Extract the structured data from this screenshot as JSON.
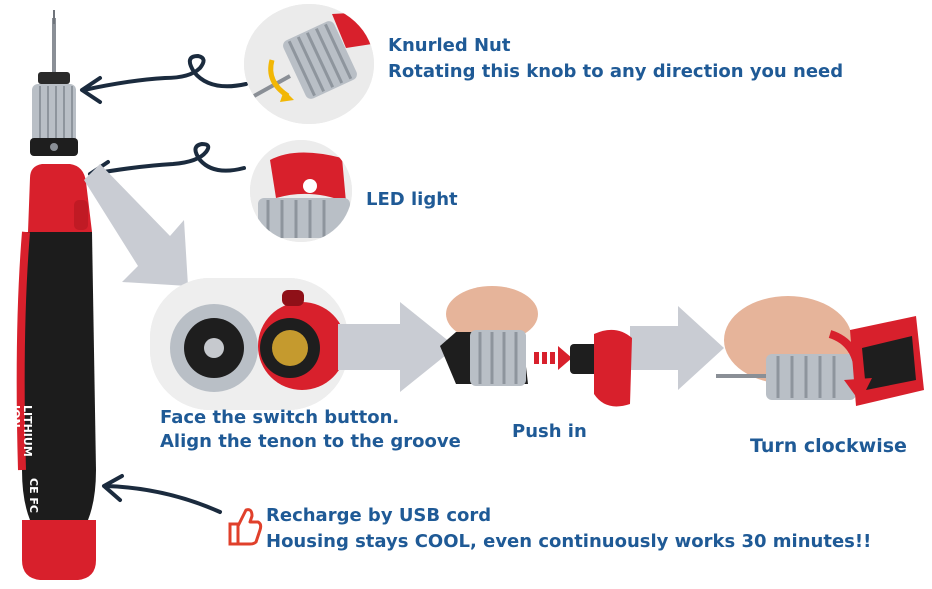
{
  "colors": {
    "label_text": "#1f5a96",
    "tool_red": "#d8202c",
    "tool_black": "#1c1c1c",
    "arrow_gray": "#c9ccd3",
    "metal": "#b9bfc6",
    "thumb_icon": "#e0402b"
  },
  "callouts": {
    "knurled_nut": {
      "title": "Knurled Nut",
      "description": "Rotating this knob to any direction you need"
    },
    "led_light": {
      "title": "LED light"
    },
    "assembly_steps": [
      {
        "line1": "Face the switch button.",
        "line2": "Align the tenon to the groove"
      },
      {
        "line1": "Push in"
      },
      {
        "line1": "Turn clockwise"
      }
    ],
    "recharge": {
      "title": "Recharge by USB cord",
      "description": "Housing stays COOL, even continuously works 30 minutes!!",
      "icon": "thumbs-up-icon"
    }
  },
  "tool_markings": {
    "brand_line1": "LITHIUM",
    "brand_line2": "ION",
    "certification": "CE FC"
  }
}
